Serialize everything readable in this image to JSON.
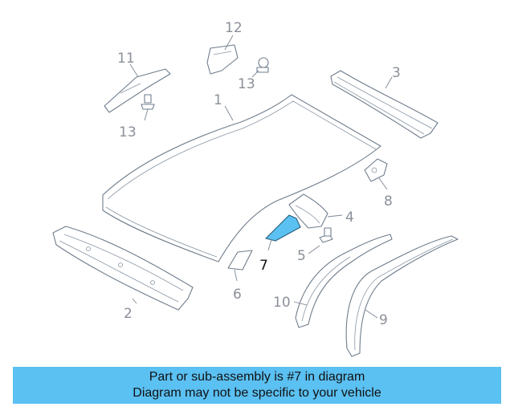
{
  "diagram": {
    "callouts": {
      "c1": "1",
      "c2": "2",
      "c3": "3",
      "c4": "4",
      "c5": "5",
      "c6": "6",
      "c7": "7",
      "c8": "8",
      "c9": "9",
      "c10": "10",
      "c11": "11",
      "c12": "12",
      "c13a": "13",
      "c13b": "13"
    },
    "highlighted_part": "7",
    "highlight_color": "#5bc0f2"
  },
  "banner": {
    "line1": "Part or sub-assembly is #7 in diagram",
    "line2": "Diagram may not be specific to your vehicle",
    "background": "#5bc0f2"
  }
}
